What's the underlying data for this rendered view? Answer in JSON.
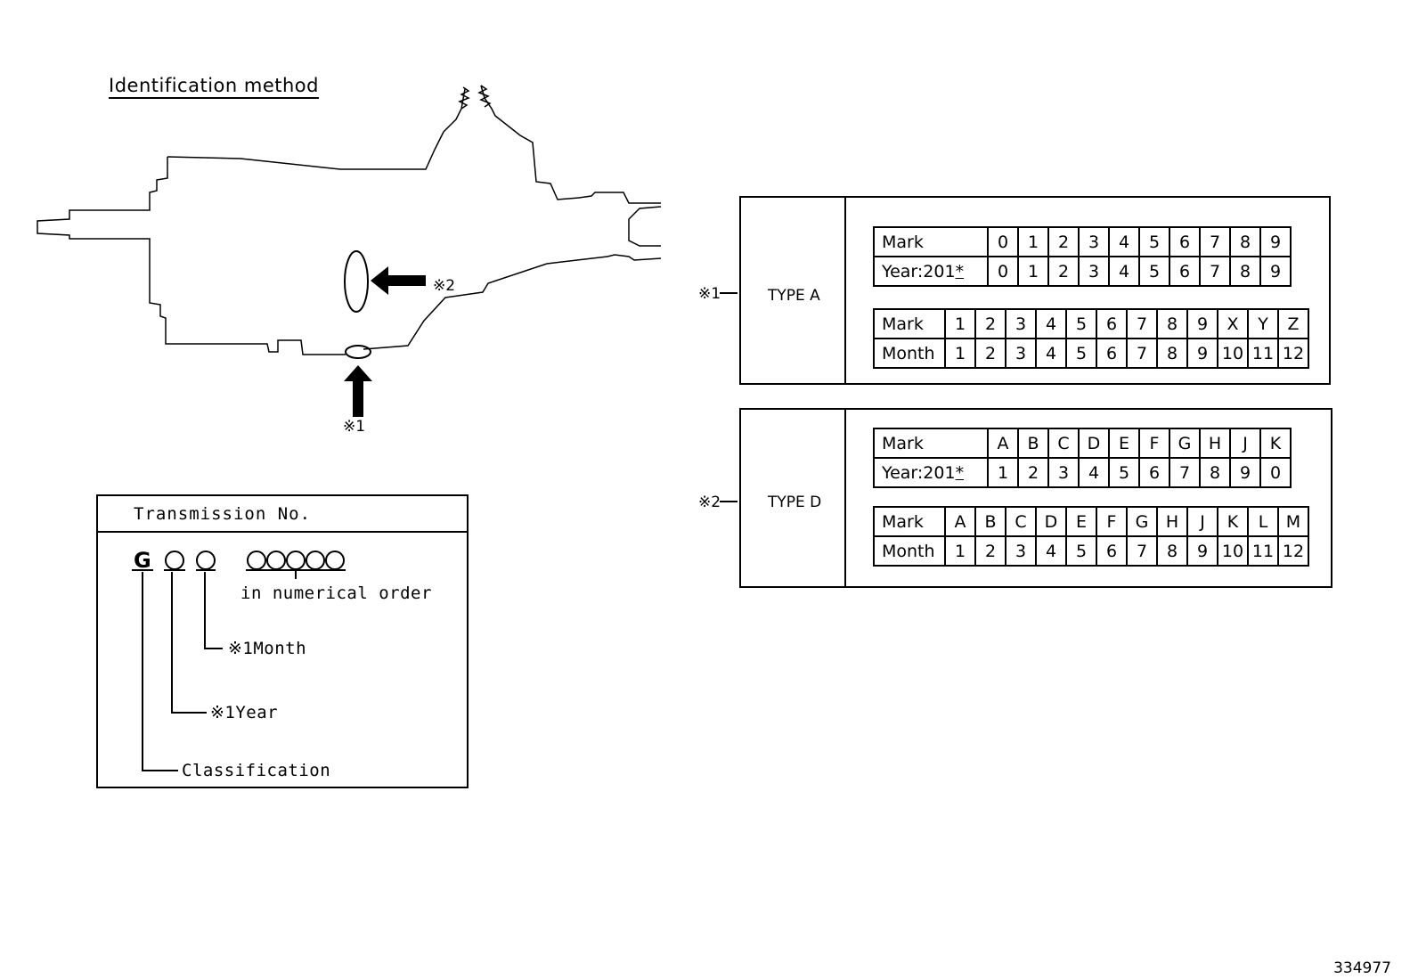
{
  "title": "Identification method",
  "callouts": {
    "location_1": "※1",
    "location_2": "※2",
    "type_a_ref": "※1",
    "type_d_ref": "※2"
  },
  "transmission_no": {
    "header": "Transmission No.",
    "classification_letter": "G",
    "serial_label": "in numerical order",
    "month_label": "※1Month",
    "year_label": "※1Year",
    "classification_label": "Classification"
  },
  "type_a": {
    "label": "TYPE A",
    "year_table": {
      "mark_header": "Mark",
      "value_header": "Year:201",
      "value_header_suffix": "*",
      "marks": [
        "0",
        "1",
        "2",
        "3",
        "4",
        "5",
        "6",
        "7",
        "8",
        "9"
      ],
      "values": [
        "0",
        "1",
        "2",
        "3",
        "4",
        "5",
        "6",
        "7",
        "8",
        "9"
      ]
    },
    "month_table": {
      "mark_header": "Mark",
      "value_header": "Month",
      "marks": [
        "1",
        "2",
        "3",
        "4",
        "5",
        "6",
        "7",
        "8",
        "9",
        "X",
        "Y",
        "Z"
      ],
      "values": [
        "1",
        "2",
        "3",
        "4",
        "5",
        "6",
        "7",
        "8",
        "9",
        "10",
        "11",
        "12"
      ]
    }
  },
  "type_d": {
    "label": "TYPE D",
    "year_table": {
      "mark_header": "Mark",
      "value_header": "Year:201",
      "value_header_suffix": "*",
      "marks": [
        "A",
        "B",
        "C",
        "D",
        "E",
        "F",
        "G",
        "H",
        "J",
        "K"
      ],
      "values": [
        "1",
        "2",
        "3",
        "4",
        "5",
        "6",
        "7",
        "8",
        "9",
        "0"
      ]
    },
    "month_table": {
      "mark_header": "Mark",
      "value_header": "Month",
      "marks": [
        "A",
        "B",
        "C",
        "D",
        "E",
        "F",
        "G",
        "H",
        "J",
        "K",
        "L",
        "M"
      ],
      "values": [
        "1",
        "2",
        "3",
        "4",
        "5",
        "6",
        "7",
        "8",
        "9",
        "10",
        "11",
        "12"
      ]
    }
  },
  "document_id": "334977"
}
